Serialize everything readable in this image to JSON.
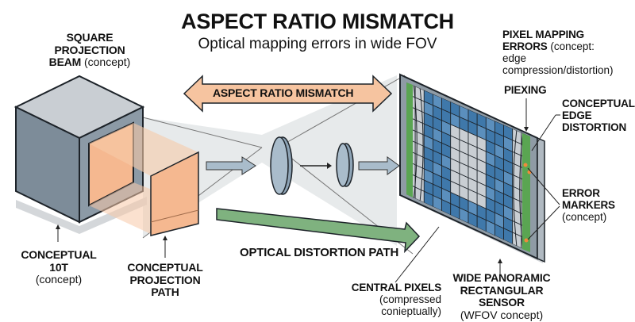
{
  "header": {
    "title": "ASPECT RATIO MISMATCH",
    "subtitle": "Optical mapping errors in wide FOV"
  },
  "labels": {
    "square_beam": {
      "bold_lines": [
        "SQUARE",
        "PROJECTION",
        "BEAM"
      ],
      "suffix": "(concept)"
    },
    "pixel_mapping": {
      "bold_lines": [
        "PIXEL MAPPING",
        "ERRORS"
      ],
      "suffix": "(concept:",
      "extra_lines": [
        "edge",
        "compression/distortion)"
      ]
    },
    "piexing": "PIEXING",
    "edge_distortion": [
      "CONCEPTUAL",
      "EDGE",
      "DISTORTION"
    ],
    "error_markers": {
      "bold_lines": [
        "ERROR",
        "MARKERS"
      ],
      "suffix": "(concept)"
    },
    "conceptual_source": {
      "bold": "CONCEPTUAL 10T",
      "suffix": "(concept)"
    },
    "projection_path": [
      "CONCEPTUAL",
      "PROJECTION",
      "PATH"
    ],
    "mismatch_arrow": "ASPECT RATIO MISMATCH",
    "distortion_path": "OPTICAL DISTORTION PATH",
    "central_pixels": {
      "bold": "CENTRAL PIXELS",
      "suffix": "(compressed conieptually)"
    },
    "sensor": {
      "bold_lines": [
        "WIDE PANORAMIC",
        "RECTANGULAR SENSOR"
      ],
      "suffix": "(WFOV concept)"
    }
  },
  "colors": {
    "cube_dark": "#7d8c99",
    "cube_top": "#c9ced3",
    "beam_orange": "#f5b890",
    "arrow_orange": "#f6c4a0",
    "arrow_green": "#7fb27f",
    "lens_blue": "#a9bccb",
    "sensor_blue": "#3f78aa",
    "sensor_gray": "#c9ced3",
    "edge_green": "#5aa552",
    "error_orange": "#f08a3c"
  }
}
